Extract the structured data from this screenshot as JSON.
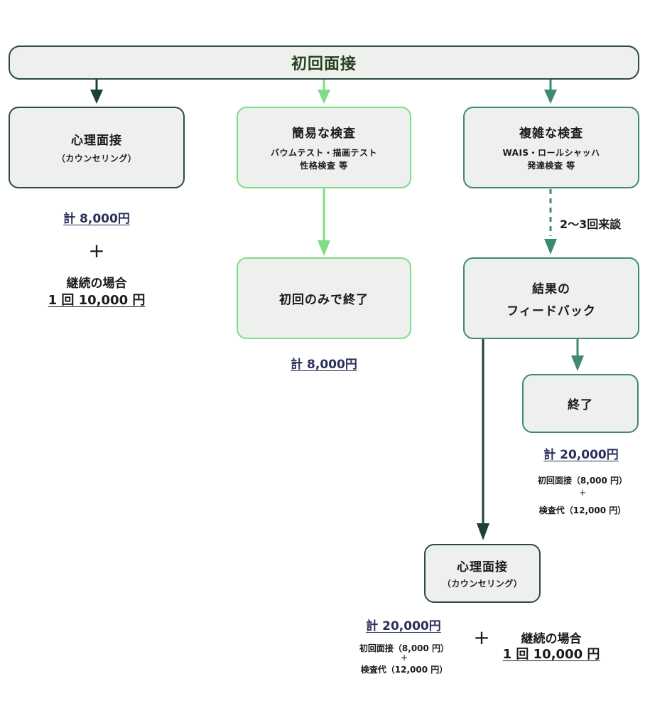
{
  "top": {
    "title": "初回面接"
  },
  "col1": {
    "box_title": "心理面接",
    "box_sub": "（カウンセリング）",
    "total": "計 8,000円",
    "plus": "+",
    "cont_label": "継続の場合",
    "cont_price": "1 回 10,000 円"
  },
  "col2": {
    "box_title": "簡易な検査",
    "box_sub1": "バウムテスト・描画テスト",
    "box_sub2": "性格検査 等",
    "end_box": "初回のみで終了",
    "total": "計 8,000円"
  },
  "col3": {
    "box_title": "複雑な検査",
    "box_sub1": "WAIS・ロールシャッハ",
    "box_sub2": "発達検査 等",
    "dashed_label": "2〜3回来談",
    "feedback1": "結果の",
    "feedback2": "フィードバック",
    "end_box": "終了",
    "total": "計 20,000円",
    "bd1": "初回面接（8,000 円）",
    "bd_plus": "+",
    "bd2": "検査代（12,000 円）"
  },
  "bottom": {
    "box_title": "心理面接",
    "box_sub": "（カウンセリング）",
    "total": "計 20,000円",
    "bd1": "初回面接（8,000 円）",
    "bd_plus": "+",
    "bd2": "検査代（12,000 円）",
    "plus": "+",
    "cont_label": "継続の場合",
    "cont_price": "1 回 10,000 円"
  },
  "colors": {
    "dark": "#1f4038",
    "light": "#7fdc84",
    "mid": "#3d8a70",
    "navy": "#2b2f5a",
    "box_fill": "#eef0ee"
  }
}
